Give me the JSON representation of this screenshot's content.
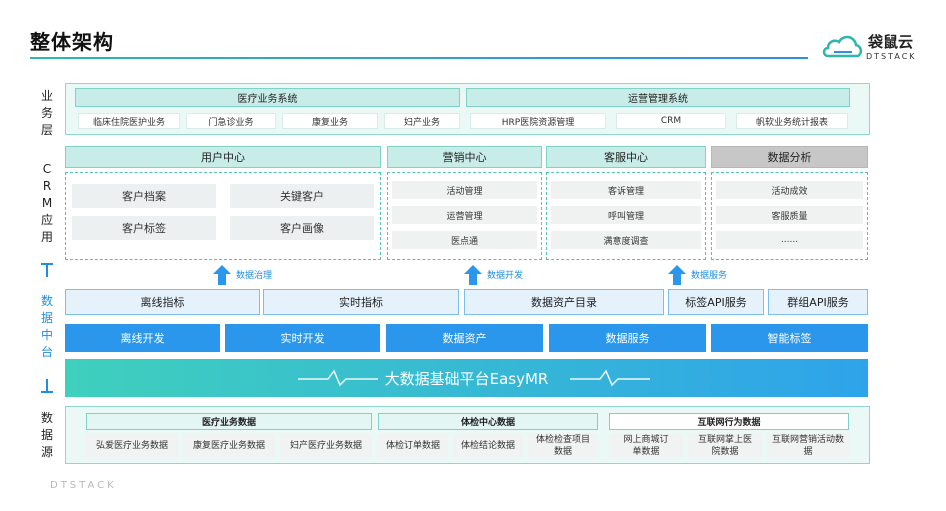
{
  "title": "整体架构",
  "logo": {
    "name": "袋鼠云",
    "sub": "DTSTACK"
  },
  "footer_brand": "DTSTACK",
  "side_labels": {
    "business": [
      "业",
      "务",
      "层"
    ],
    "crm": [
      "C",
      "R",
      "M",
      "应",
      "用"
    ],
    "datahub": [
      "数",
      "据",
      "中",
      "台"
    ],
    "datasource": [
      "数",
      "据",
      "源"
    ]
  },
  "business": {
    "medical": {
      "title": "医疗业务系统",
      "items": [
        "临床住院医护业务",
        "门急诊业务",
        "康复业务",
        "妇产业务"
      ]
    },
    "ops": {
      "title": "运营管理系统",
      "items": [
        "HRP医院资源管理",
        "CRM",
        "帆软业务统计报表"
      ]
    }
  },
  "crm": {
    "user_center": {
      "title": "用户中心",
      "items": [
        "客户档案",
        "关键客户",
        "客户标签",
        "客户画像"
      ]
    },
    "marketing": {
      "title": "营销中心",
      "items": [
        "活动管理",
        "运营管理",
        "医点通"
      ]
    },
    "service": {
      "title": "客服中心",
      "items": [
        "客诉管理",
        "呼叫管理",
        "满意度调查"
      ]
    },
    "analysis": {
      "title": "数据分析",
      "items": [
        "活动成效",
        "客服质量",
        "......"
      ]
    }
  },
  "arrows": [
    "数据治理",
    "数据开发",
    "数据服务"
  ],
  "hub_row1": [
    "离线指标",
    "实时指标",
    "数据资产目录",
    "标签API服务",
    "群组API服务"
  ],
  "hub_row2": [
    "离线开发",
    "实时开发",
    "数据资产",
    "数据服务",
    "智能标签"
  ],
  "platform": "大数据基础平台EasyMR",
  "datasource": {
    "medical": {
      "title": "医疗业务数据",
      "items": [
        "弘爱医疗业务数据",
        "康复医疗业务数据",
        "妇产医疗业务数据"
      ]
    },
    "checkup": {
      "title": "体检中心数据",
      "items": [
        "体检订单数据",
        "体检结论数据",
        "体检检查项目数据"
      ]
    },
    "internet": {
      "title": "互联网行为数据",
      "items": [
        "网上商城订单数据",
        "互联网掌上医院数据",
        "互联网营销活动数据"
      ]
    }
  },
  "colors": {
    "teal": "#2fb5b0",
    "blue": "#2b97ec",
    "light_teal": "#c8ece8",
    "grey": "#c7c7c7"
  }
}
